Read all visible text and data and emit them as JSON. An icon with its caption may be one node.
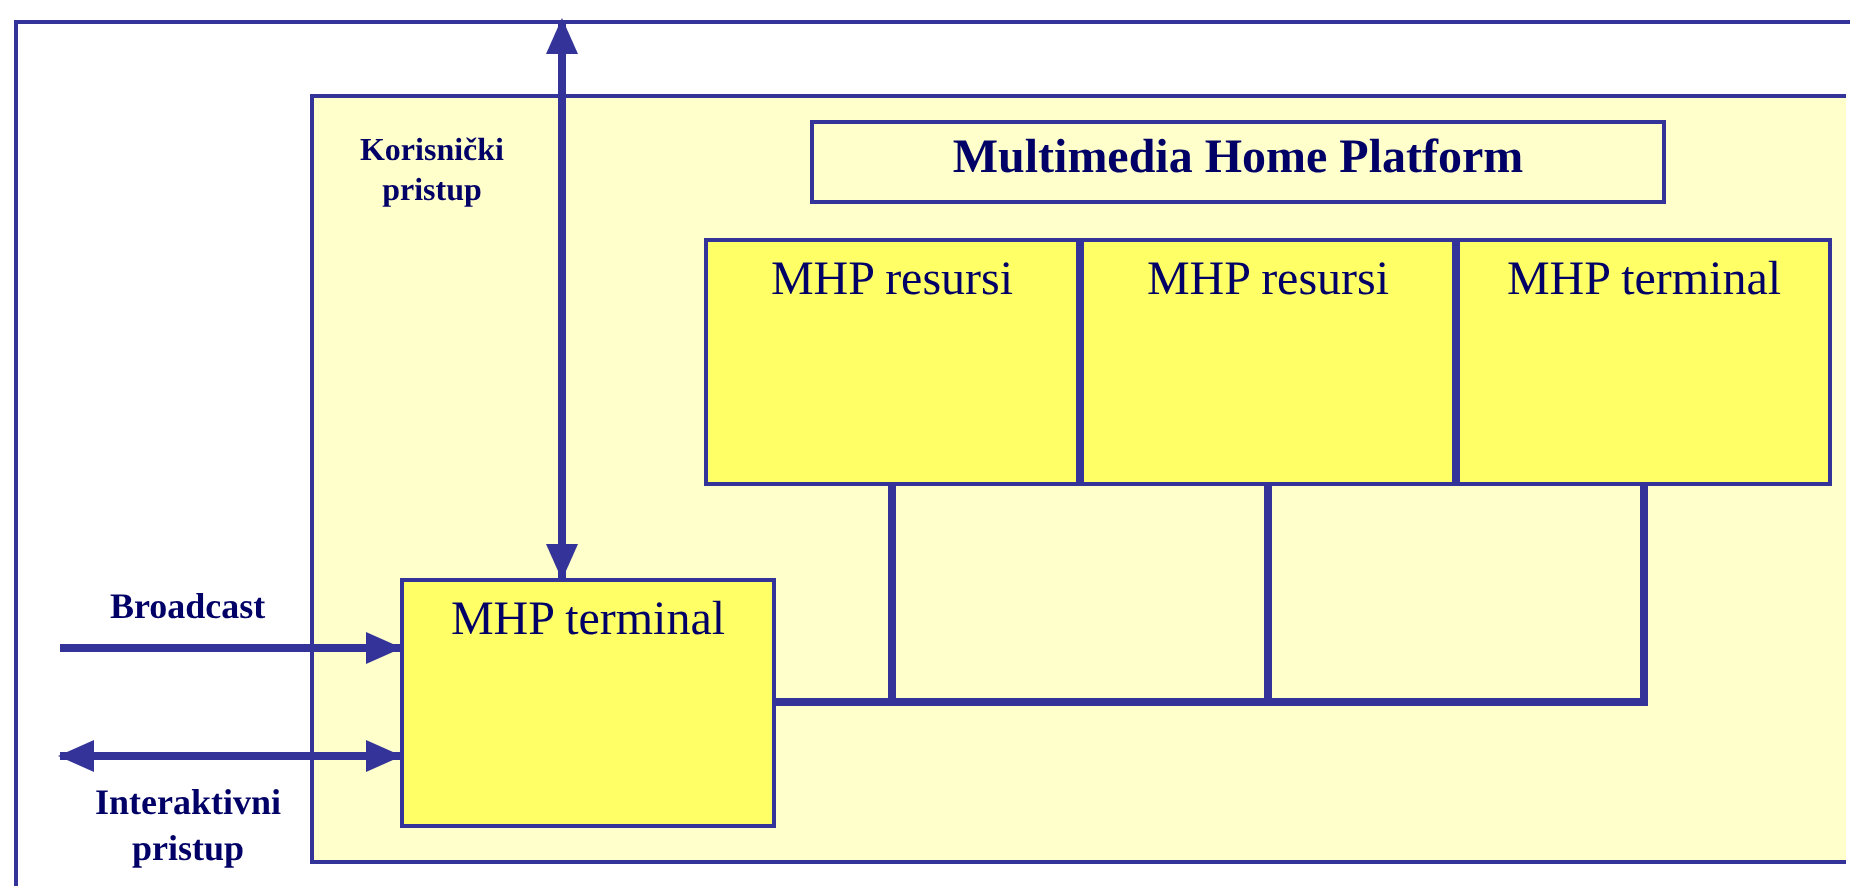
{
  "diagram": {
    "nodes": [
      {
        "text": [],
        "shape": "box"
      },
      {
        "text": [],
        "shape": "box",
        "in": 0
      },
      {
        "text": [
          "Multimedia Home Platform"
        ],
        "in": 1
      },
      {
        "text": [
          "MHP resursi"
        ],
        "in": 1
      },
      {
        "text": [
          "MHP resursi"
        ],
        "in": 1
      },
      {
        "text": [
          "MHP terminal"
        ],
        "in": 1
      },
      {
        "text": [
          "MHP terminal"
        ],
        "in": 1
      }
    ],
    "edges": [
      {
        "from": 6,
        "to": 0,
        "arrow": "both",
        "label": "Korisnički pristup"
      },
      {
        "from": null,
        "to": 6,
        "arrow": "to",
        "label": "Broadcast"
      },
      {
        "from": null,
        "to": 6,
        "arrow": "both",
        "label": "Interaktivni pristup"
      },
      {
        "from": 6,
        "to": 3,
        "arrow": "none"
      },
      {
        "from": 6,
        "to": 4,
        "arrow": "none"
      },
      {
        "from": 6,
        "to": 5,
        "arrow": "none"
      }
    ]
  }
}
